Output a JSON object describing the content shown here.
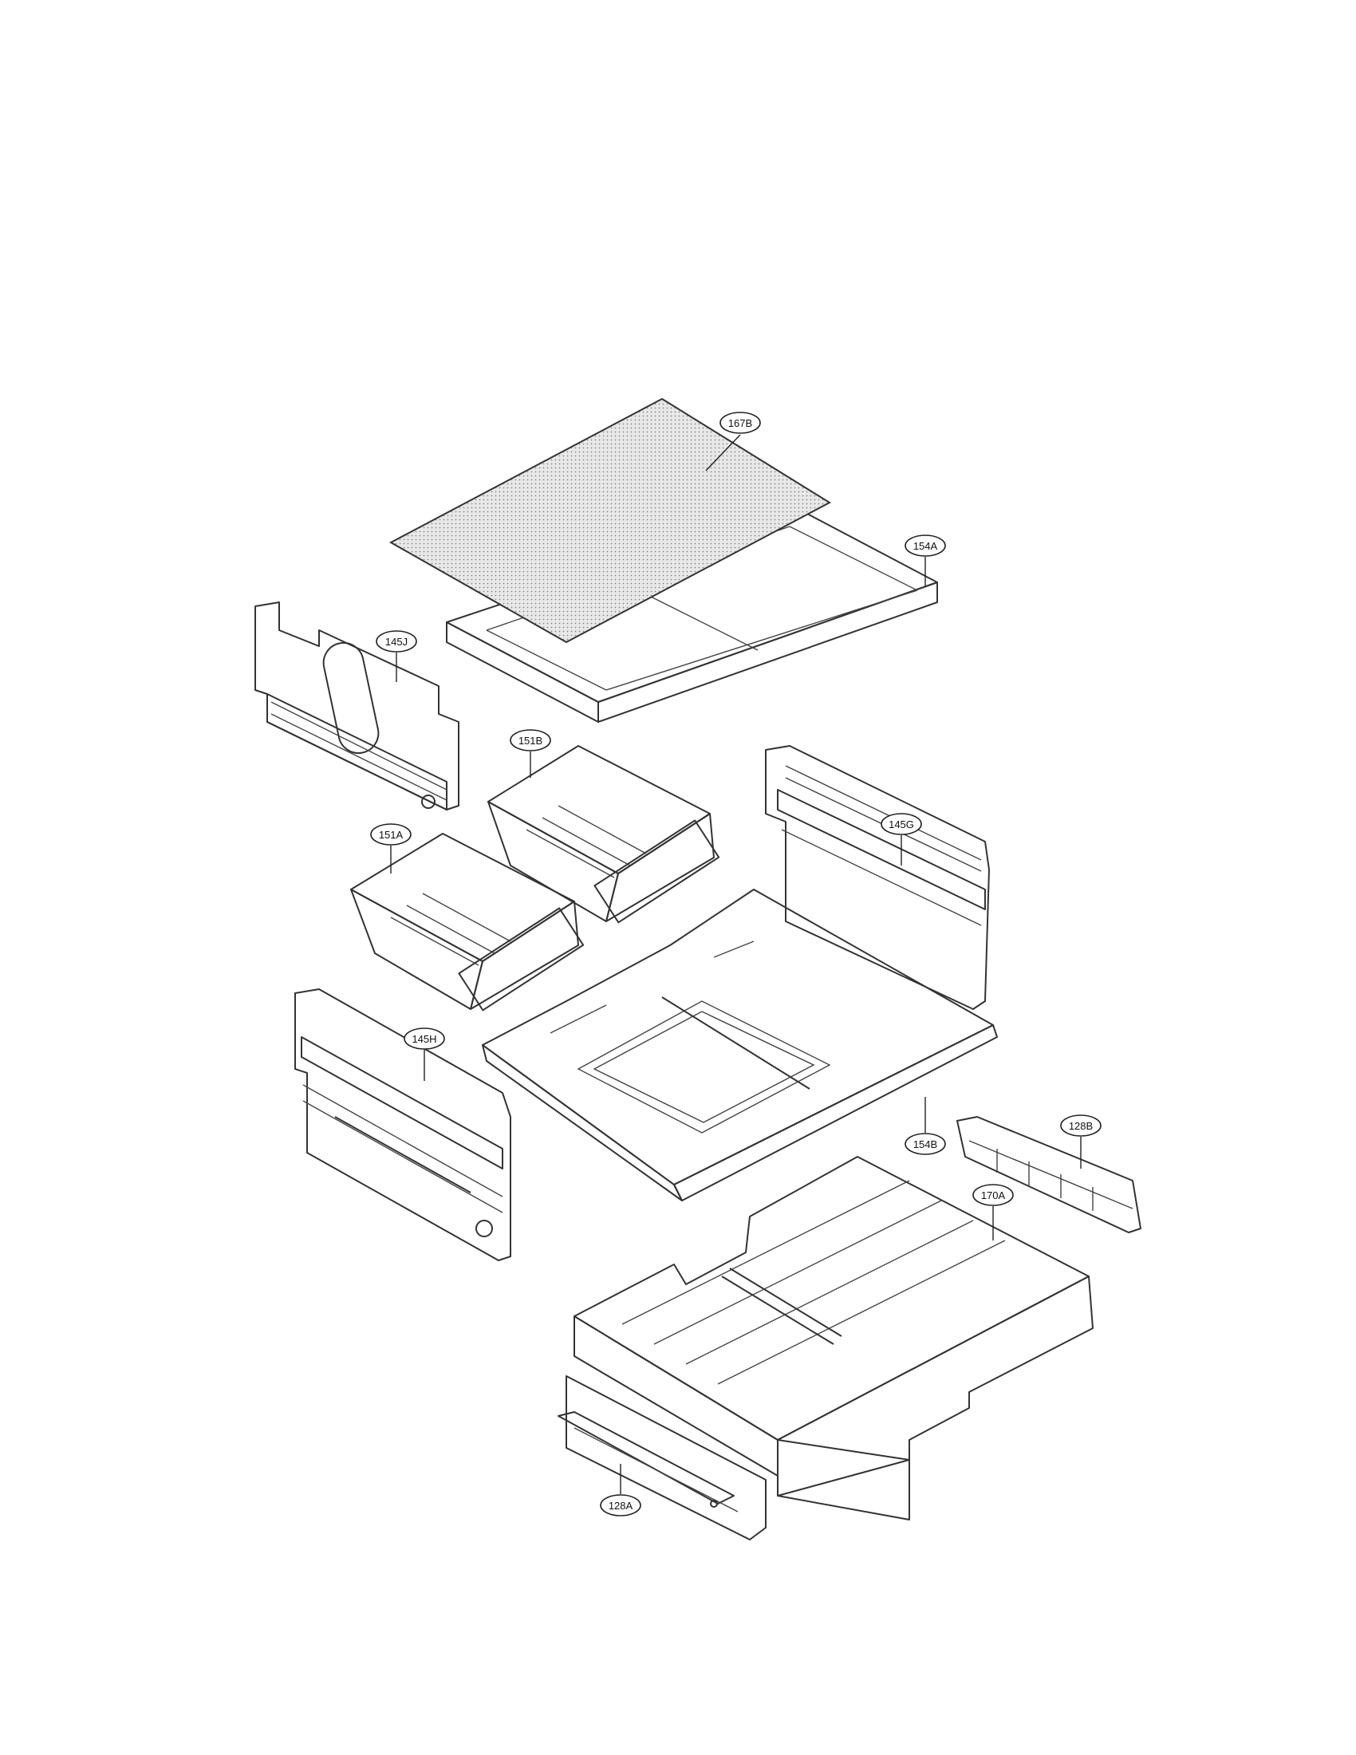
{
  "diagram": {
    "callouts": [
      {
        "id": "167B",
        "label": "167B"
      },
      {
        "id": "154A",
        "label": "154A"
      },
      {
        "id": "145J",
        "label": "145J"
      },
      {
        "id": "151B",
        "label": "151B"
      },
      {
        "id": "145G",
        "label": "145G"
      },
      {
        "id": "151A",
        "label": "151A"
      },
      {
        "id": "145H",
        "label": "145H"
      },
      {
        "id": "154B",
        "label": "154B"
      },
      {
        "id": "128B",
        "label": "128B"
      },
      {
        "id": "170A",
        "label": "170A"
      },
      {
        "id": "128A",
        "label": "128A"
      }
    ]
  }
}
